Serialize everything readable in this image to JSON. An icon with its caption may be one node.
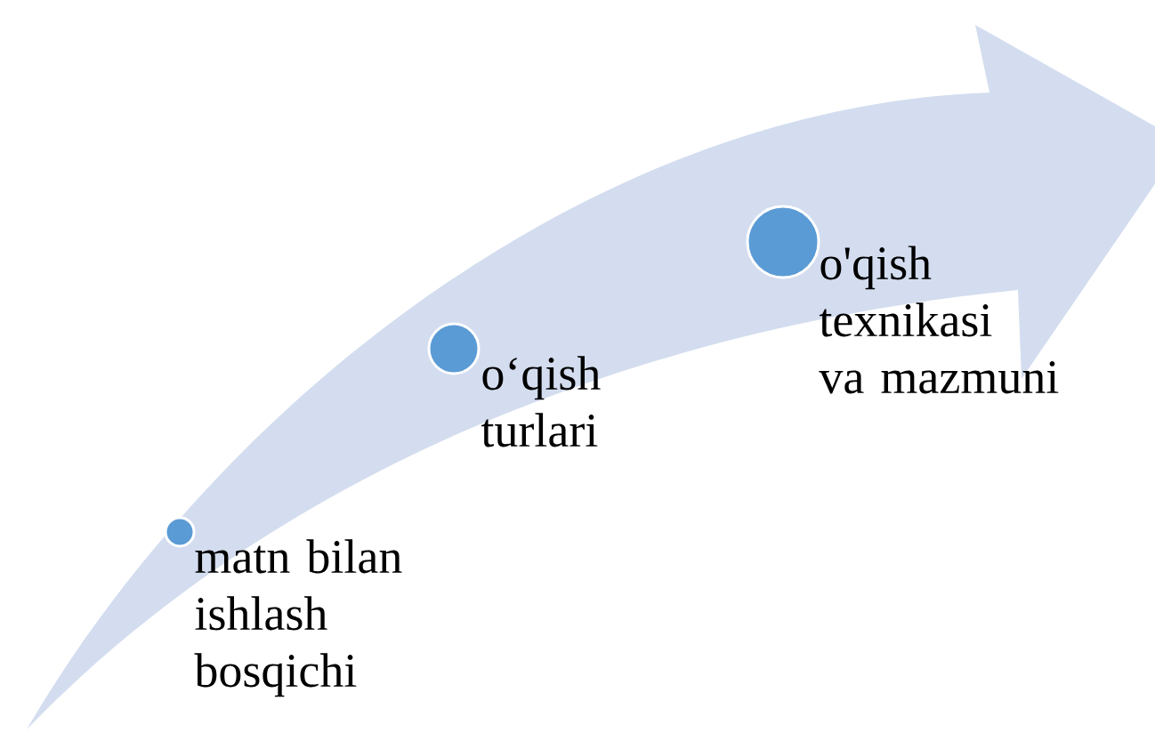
{
  "diagram": {
    "nodes": [
      {
        "text": [
          "matn bilan ishlash bosqichi"
        ]
      },
      {
        "text": [
          "o‘qish turlari"
        ]
      },
      {
        "text": [
          "o'qish texnikasi va mazmuni"
        ]
      }
    ]
  }
}
